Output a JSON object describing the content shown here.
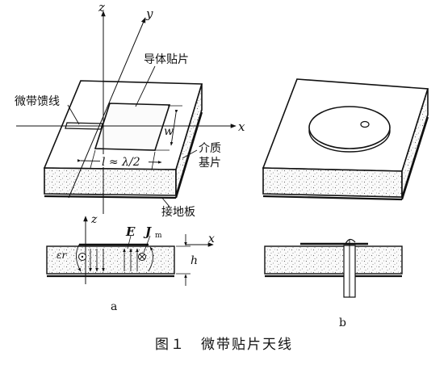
{
  "figure": {
    "caption": "图１　微带贴片天线",
    "panel_a_label": "a",
    "panel_b_label": "b"
  },
  "labels_a": {
    "axis_z": "z",
    "axis_y": "y",
    "axis_x": "x",
    "feed": "微带馈线",
    "patch": "导体贴片",
    "width": "w",
    "length": "l ≈ λ/2",
    "dielectric_line1": "介质",
    "dielectric_line2": "基片",
    "ground": "接地板"
  },
  "labels_section": {
    "axis_z": "z",
    "axis_x": "x",
    "e_field": "E",
    "j_main": "J",
    "j_sub": "m",
    "epsilon": "εr",
    "height": "h"
  }
}
